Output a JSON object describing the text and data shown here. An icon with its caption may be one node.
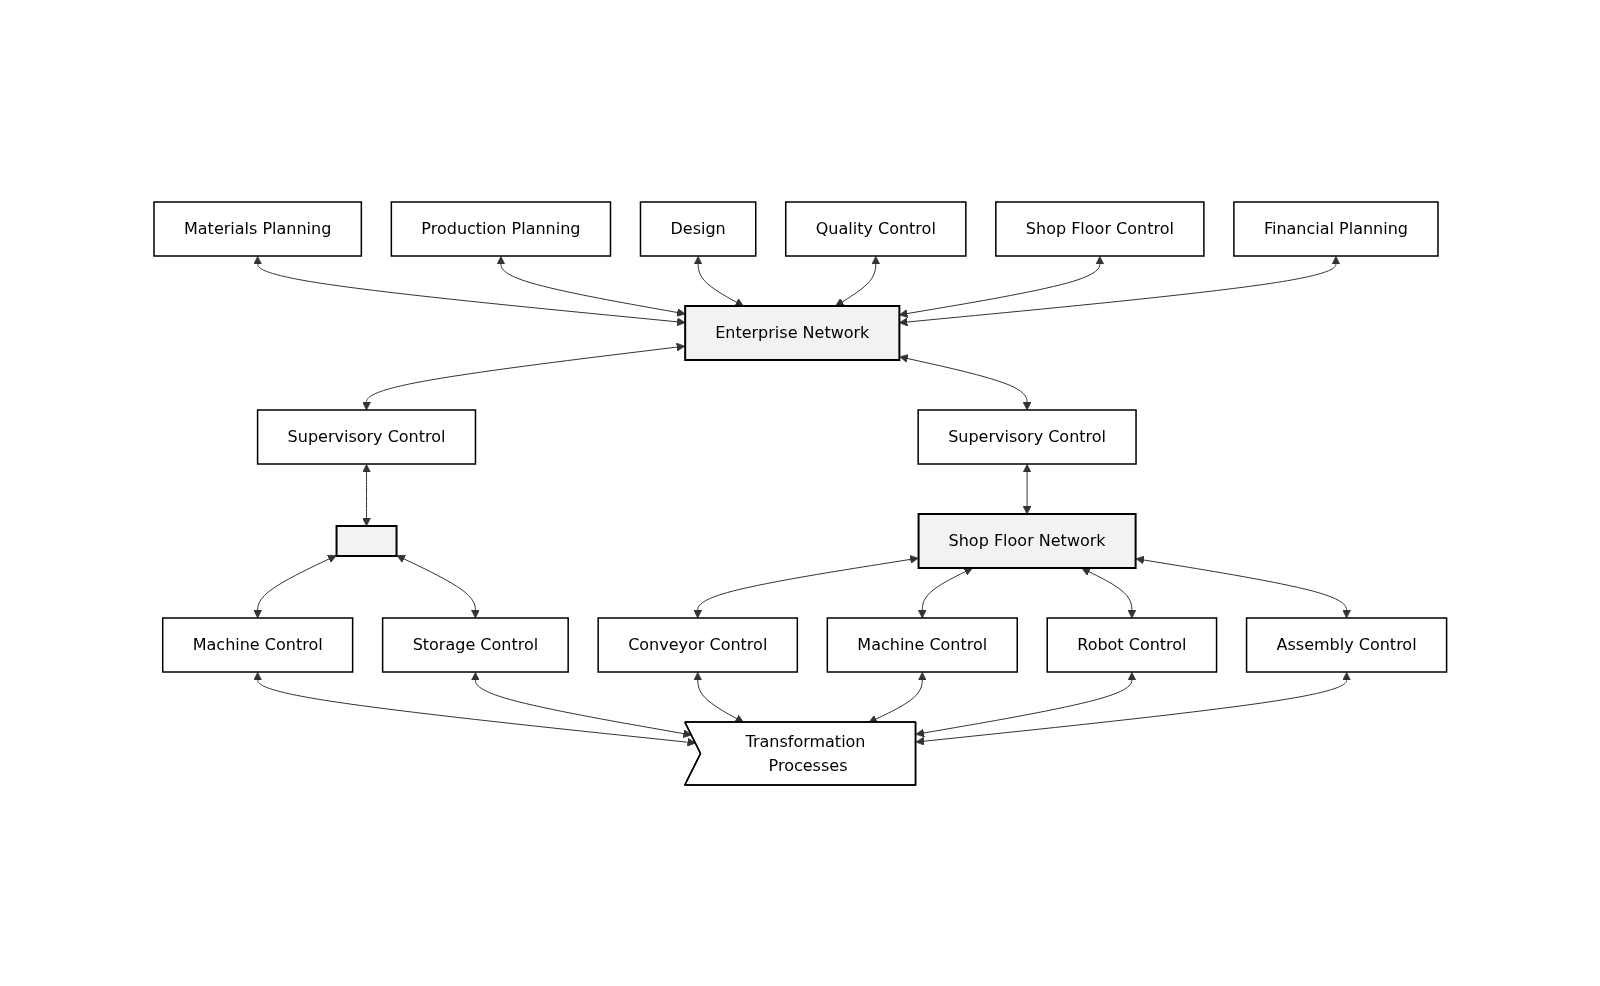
{
  "diagram": {
    "nodes": [
      {
        "text": [
          "Materials Planning"
        ]
      },
      {
        "text": [
          "Production Planning"
        ]
      },
      {
        "text": [
          "Design"
        ]
      },
      {
        "text": [
          "Quality Control"
        ]
      },
      {
        "text": [
          "Shop Floor Control"
        ]
      },
      {
        "text": [
          "Financial Planning"
        ]
      },
      {
        "text": [
          "Enterprise Network"
        ]
      },
      {
        "text": [
          "Supervisory Control"
        ]
      },
      {
        "text": [
          "Supervisory Control"
        ]
      },
      {
        "text": [],
        "shape": "bar"
      },
      {
        "text": [
          "Shop Floor Network"
        ]
      },
      {
        "text": [
          "Machine Control"
        ]
      },
      {
        "text": [
          "Storage Control"
        ]
      },
      {
        "text": [
          "Conveyor Control"
        ]
      },
      {
        "text": [
          "Machine Control"
        ]
      },
      {
        "text": [
          "Robot Control"
        ]
      },
      {
        "text": [
          "Assembly Control"
        ]
      },
      {
        "text": [
          "Transformation Processes"
        ]
      }
    ],
    "edges": [
      {
        "from": 0,
        "to": 6,
        "arrow": "both"
      },
      {
        "from": 1,
        "to": 6,
        "arrow": "both"
      },
      {
        "from": 2,
        "to": 6,
        "arrow": "both"
      },
      {
        "from": 3,
        "to": 6,
        "arrow": "both"
      },
      {
        "from": 4,
        "to": 6,
        "arrow": "both"
      },
      {
        "from": 5,
        "to": 6,
        "arrow": "both"
      },
      {
        "from": 6,
        "to": 7,
        "arrow": "both"
      },
      {
        "from": 6,
        "to": 8,
        "arrow": "both"
      },
      {
        "from": 7,
        "to": 9,
        "arrow": "both"
      },
      {
        "from": 8,
        "to": 10,
        "arrow": "both"
      },
      {
        "from": 9,
        "to": 11,
        "arrow": "both"
      },
      {
        "from": 9,
        "to": 12,
        "arrow": "both"
      },
      {
        "from": 10,
        "to": 13,
        "arrow": "both"
      },
      {
        "from": 10,
        "to": 14,
        "arrow": "both"
      },
      {
        "from": 10,
        "to": 15,
        "arrow": "both"
      },
      {
        "from": 10,
        "to": 16,
        "arrow": "both"
      },
      {
        "from": 11,
        "to": 17,
        "arrow": "both"
      },
      {
        "from": 12,
        "to": 17,
        "arrow": "both"
      },
      {
        "from": 13,
        "to": 17,
        "arrow": "both"
      },
      {
        "from": 14,
        "to": 17,
        "arrow": "both"
      },
      {
        "from": 15,
        "to": 17,
        "arrow": "both"
      },
      {
        "from": 16,
        "to": 17,
        "arrow": "both"
      }
    ]
  }
}
